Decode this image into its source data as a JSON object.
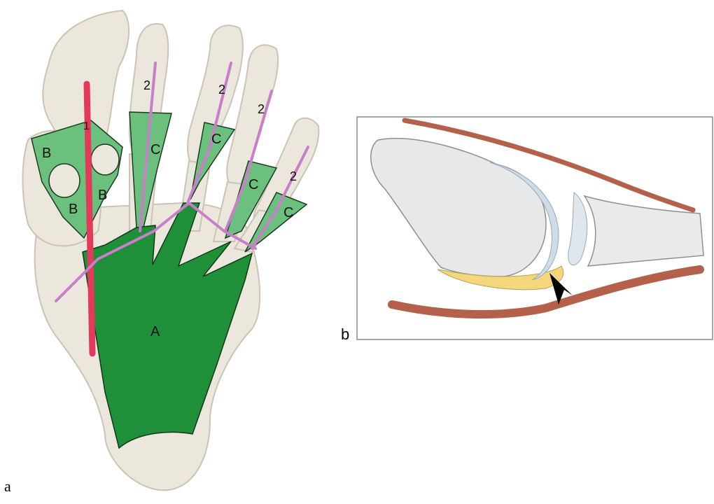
{
  "panel_a": {
    "letter": "a",
    "labels": {
      "A": "A",
      "B": "B",
      "C": "C",
      "line1": "1",
      "line2": "2"
    }
  },
  "panel_b": {
    "letter": "b"
  },
  "colors": {
    "bone": "#ece7dc",
    "bone_shadow": "#cfc8b8",
    "plantar_fascia_dark": "#1f8f3a",
    "plantar_fascia_light": "#6cc07e",
    "line_red": "#e33a5b",
    "line_pink": "#c77fc8",
    "tendon_brown": "#b5604a",
    "cartilage_blue": "#cfdbe6",
    "fat_yellow": "#f3d77a"
  }
}
